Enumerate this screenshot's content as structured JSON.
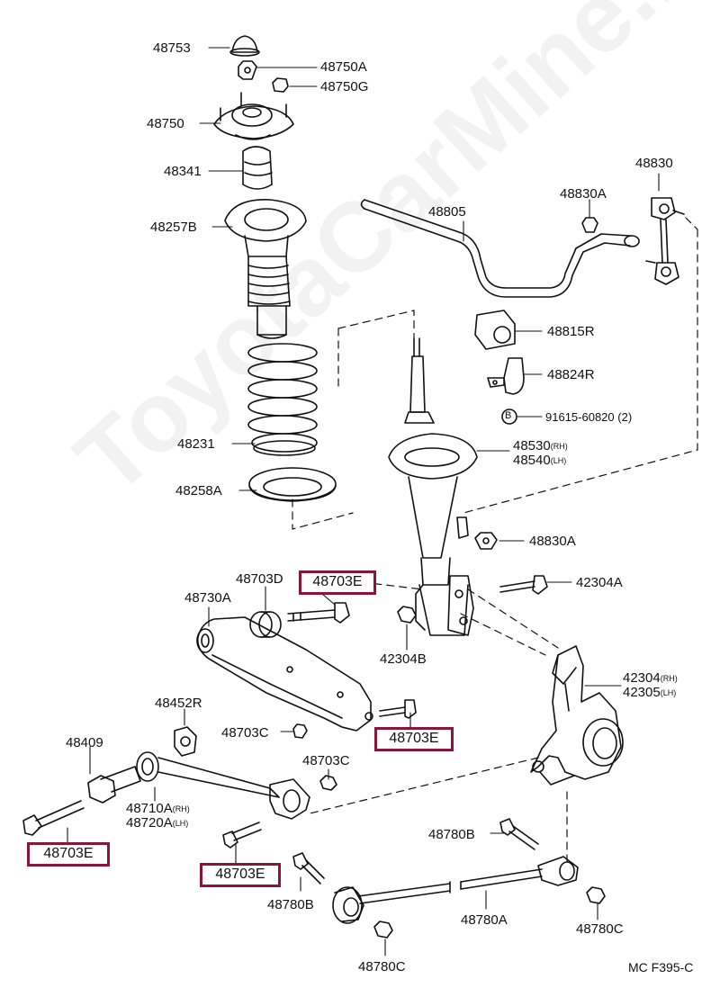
{
  "watermark": "ToyotaCarMine.ru",
  "diagram_code": "MC F395-C",
  "accent_color": "#8a1538",
  "parts": {
    "p48753": "48753",
    "p48750A": "48750A",
    "p48750G": "48750G",
    "p48750": "48750",
    "p48341": "48341",
    "p48257B": "48257B",
    "p48231": "48231",
    "p48258A": "48258A",
    "p48805": "48805",
    "p48830": "48830",
    "p48830A_top": "48830A",
    "p48815R": "48815R",
    "p48824R": "48824R",
    "p91615": "91615-60820",
    "p91615_qty": "(2)",
    "p48530": "48530",
    "p48530_side": "(RH)",
    "p48540": "48540",
    "p48540_side": "(LH)",
    "p48830A_mid": "48830A",
    "p42304A": "42304A",
    "p48703D": "48703D",
    "p48730A": "48730A",
    "p42304B": "42304B",
    "p42304": "42304",
    "p42304_side": "(RH)",
    "p42305": "42305",
    "p42305_side": "(LH)",
    "p48452R": "48452R",
    "p48409": "48409",
    "p48703C_a": "48703C",
    "p48703C_b": "48703C",
    "p48710A": "48710A",
    "p48710A_side": "(RH)",
    "p48720A": "48720A",
    "p48720A_side": "(LH)",
    "p48780B_a": "48780B",
    "p48780B_b": "48780B",
    "p48780A": "48780A",
    "p48780C_a": "48780C",
    "p48780C_b": "48780C"
  },
  "highlighted": {
    "h1": "48703E",
    "h2": "48703E",
    "h3": "48703E",
    "h4": "48703E"
  },
  "bolt_symbol": "B"
}
